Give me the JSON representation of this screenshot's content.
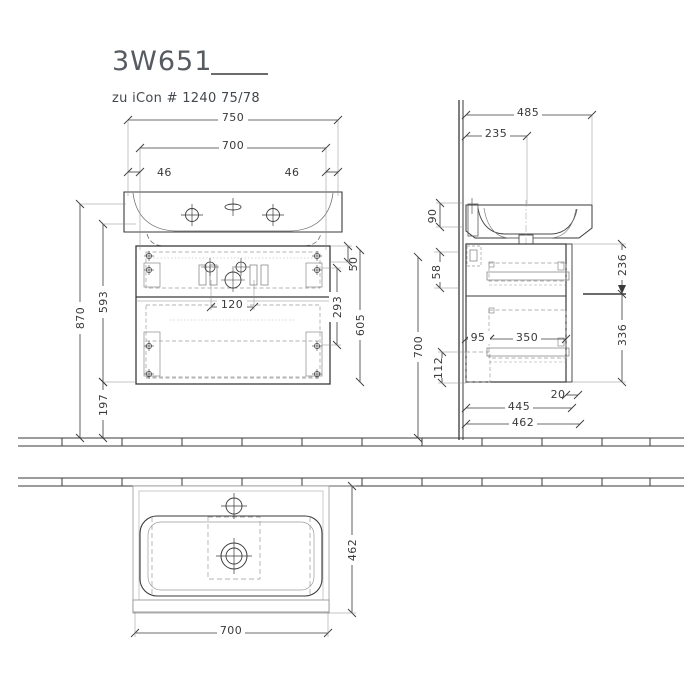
{
  "drawing": {
    "title": "3W651",
    "subtitle": "zu iCon # 1240 75/78",
    "line_color": "#3a3a3a",
    "thin_color": "#8a8a8a",
    "hidden_color": "#9a9a9a",
    "background": "#ffffff"
  },
  "views": {
    "front": {
      "name": "front-elevation",
      "dimensions": {
        "overall_width": "750",
        "cabinet_width": "700",
        "left_offset": "46",
        "right_offset": "46",
        "total_height": "870",
        "upper_height": "593",
        "lower_height": "197",
        "top_gap": "50",
        "drawer_height": "293",
        "cabinet_height": "605",
        "handle_width": "120"
      }
    },
    "side": {
      "name": "side-section",
      "dimensions": {
        "basin_depth": "485",
        "basin_front": "235",
        "basin_rim": "90",
        "upper_drawer": "236",
        "lower_drawer": "336",
        "mount_height": "58",
        "floor_height": "700",
        "plinth": "112",
        "rail_offset": "95",
        "rail_length": "350",
        "overhang": "20",
        "cabinet_depth": "445",
        "basin_width_total": "462"
      }
    },
    "plan": {
      "name": "plan-view",
      "dimensions": {
        "depth": "462",
        "width": "700"
      }
    }
  }
}
